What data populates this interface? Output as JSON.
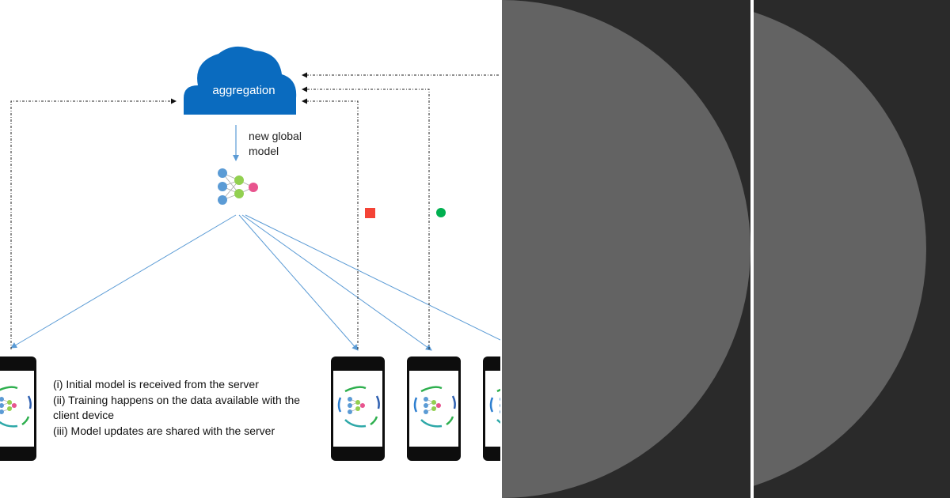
{
  "cloud": {
    "label": "aggregation",
    "color": "#0a6bbf"
  },
  "model_caption": {
    "line1": "new global",
    "line2": "model"
  },
  "steps": [
    "(i) Initial model is received from the server",
    "(ii) Training happens on the data available with the",
    "client device",
    "(iii) Model updates are shared with the server"
  ],
  "colors": {
    "node_blue": "#5b9bd5",
    "node_green": "#92d050",
    "node_pink": "#e8548e",
    "marker_red": "#f44336",
    "marker_green": "#00b050",
    "panel_bg": "#2a2a2a",
    "circle": "#636363"
  }
}
